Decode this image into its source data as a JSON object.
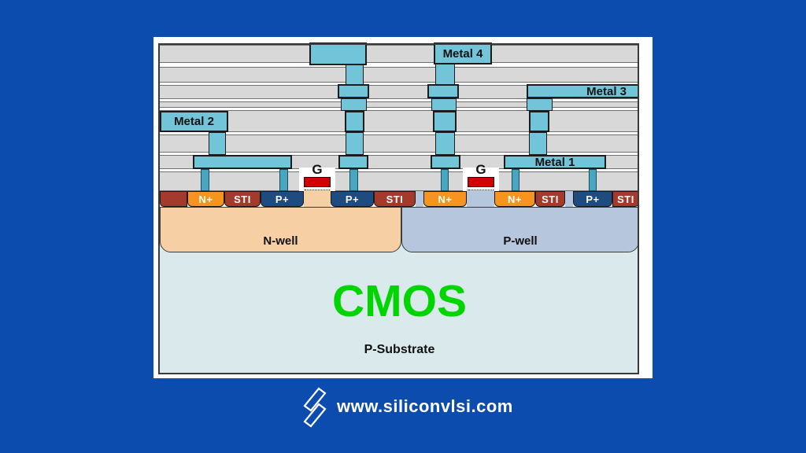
{
  "colors": {
    "page_bg": "#0c4cae",
    "mat_bg": "#ffffff",
    "frame_border": "#3a3a3a",
    "band": "#d8d8d8",
    "band_border": "#6f6f6f",
    "metal": "#72c4d8",
    "metal_border": "#1c1c1c",
    "contact": "#4aa6c0",
    "sti": "#a33a2b",
    "nplus": "#f6941f",
    "pplus": "#1e4c80",
    "seg_text": "#ffffff",
    "gate": "#d40000",
    "nwell": "#f7cfa4",
    "pwell": "#b6c6dd",
    "substrate": "#d9e9ec",
    "title_green": "#00d500",
    "label_text": "#111111",
    "footer_text": "#ffffff"
  },
  "diagram": {
    "metal4_label": "Metal 4",
    "metal3_label": "Metal 3",
    "metal2_label": "Metal 2",
    "metal1_label": "Metal 1",
    "gate_left_label": "G",
    "gate_right_label": "G",
    "segments": [
      {
        "type": "sti",
        "label": ""
      },
      {
        "type": "nplus",
        "label": "N+"
      },
      {
        "type": "sti",
        "label": "STI"
      },
      {
        "type": "pplus",
        "label": "P+"
      },
      {
        "type": "pplus",
        "label": "P+"
      },
      {
        "type": "sti",
        "label": "STI"
      },
      {
        "type": "nplus",
        "label": "N+"
      },
      {
        "type": "nplus",
        "label": "N+"
      },
      {
        "type": "sti",
        "label": "STI"
      },
      {
        "type": "pplus",
        "label": "P+"
      },
      {
        "type": "sti",
        "label": "STI"
      }
    ],
    "nwell_label": "N-well",
    "pwell_label": "P-well",
    "substrate_label": "P-Substrate",
    "title": "CMOS"
  },
  "footer": {
    "website": "www.siliconvlsi.com",
    "icon": "lightning-s-icon"
  }
}
